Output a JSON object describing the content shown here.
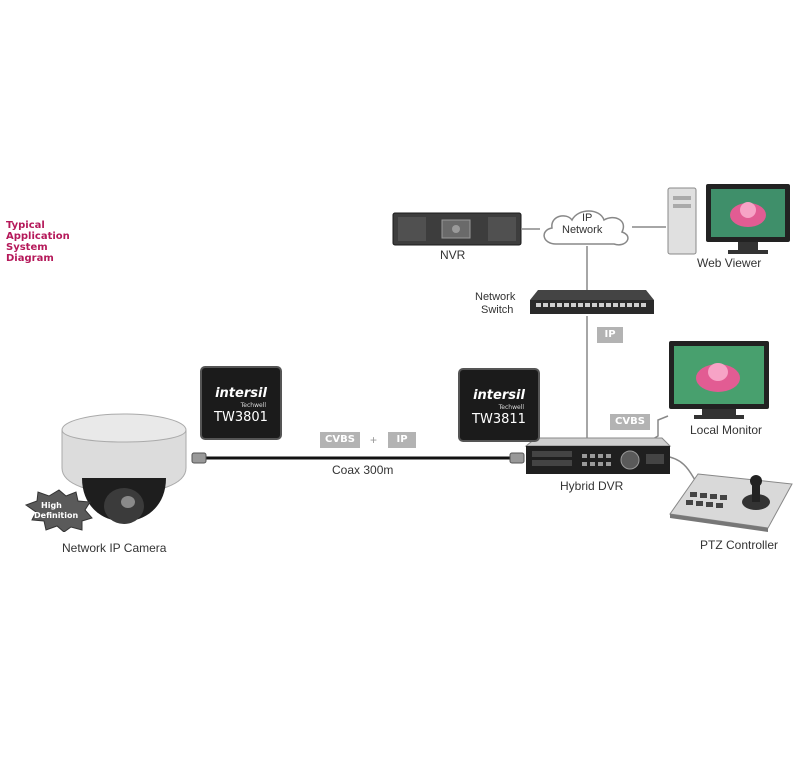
{
  "title": {
    "lines": [
      "Typical",
      "Application",
      "System",
      "Diagram"
    ]
  },
  "nodes": {
    "nvr": "NVR",
    "ip_network": {
      "line1": "IP",
      "line2": "Network"
    },
    "web_viewer": "Web Viewer",
    "network_switch": {
      "line1": "Network",
      "line2": "Switch"
    },
    "local_monitor": "Local Monitor",
    "hybrid_dvr": "Hybrid DVR",
    "ptz_controller": "PTZ Controller",
    "network_ip_camera": "Network IP Camera"
  },
  "badge": {
    "line1": "High",
    "line2": "Definition"
  },
  "chips": [
    {
      "brand": "intersil",
      "sub": "Techwell",
      "model": "TW3801"
    },
    {
      "brand": "intersil",
      "sub": "Techwell",
      "model": "TW3811"
    }
  ],
  "link_tags": {
    "cvbs_coax": "CVBS",
    "plus": "+",
    "ip_coax": "IP",
    "ip_switch": "IP",
    "cvbs_monitor": "CVBS"
  },
  "coax_label": "Coax 300m",
  "colors": {
    "title": "#b5195a",
    "tag": "#b3b3b3",
    "cable": "#111111"
  }
}
